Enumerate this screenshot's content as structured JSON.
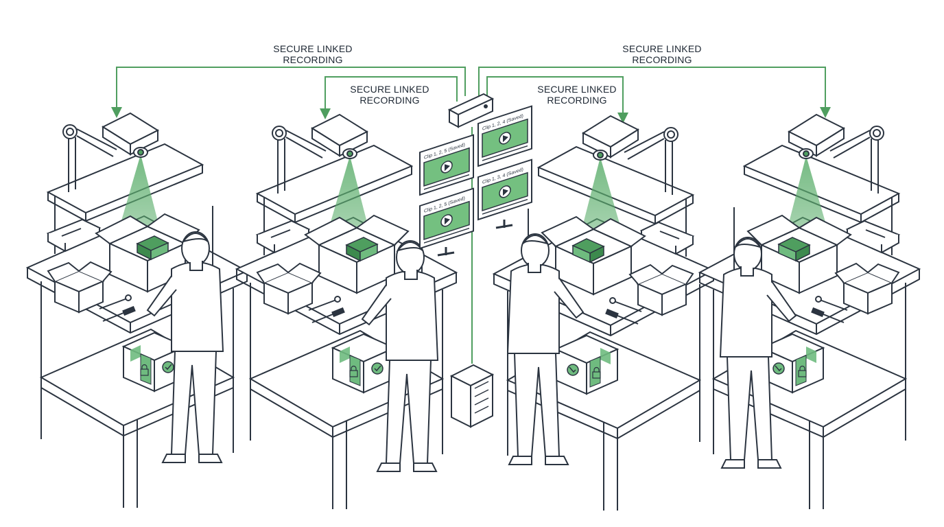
{
  "labels": [
    {
      "line1": "SECURE LINKED",
      "line2": "RECORDING"
    },
    {
      "line1": "SECURE LINKED",
      "line2": "RECORDING"
    },
    {
      "line1": "SECURE LINKED",
      "line2": "RECORDING"
    },
    {
      "line1": "SECURE LINKED",
      "line2": "RECORDING"
    }
  ],
  "monitors": [
    {
      "caption": "Clip 1, 2, 5 (Saved)"
    },
    {
      "caption": "Clip 1, 2, 4 (Saved)"
    },
    {
      "caption": "Clip 1, 2, 5 (Saved)"
    },
    {
      "caption": "Clip 1, 3, 4 (Saved)"
    }
  ],
  "colors": {
    "accent": "#4f9e5f",
    "accent_fill": "#6fbb7f",
    "beam": "#5cae6c",
    "line": "#2b3440",
    "screen": "#74c080"
  },
  "icons": [
    "security-camera-icon",
    "play-icon",
    "lock-icon",
    "check-icon",
    "wrench-icon",
    "screwdriver-icon",
    "server-icon",
    "control-box-icon"
  ]
}
